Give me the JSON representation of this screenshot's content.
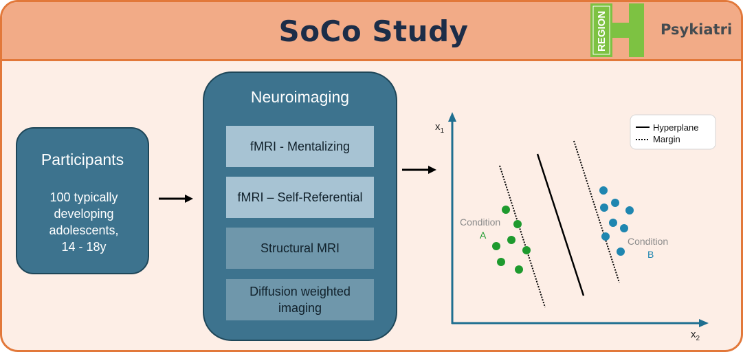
{
  "header": {
    "title": "SoCo Study",
    "logo": {
      "vertical_text": "REGION",
      "letter": "H",
      "word": "Psykiatri",
      "brand_color": "#7dc242"
    }
  },
  "participants": {
    "title": "Participants",
    "lines": [
      "100 typically",
      "developing",
      "adolescents,",
      "14 - 18y"
    ]
  },
  "neuroimaging": {
    "title": "Neuroimaging",
    "modules": [
      {
        "lines": [
          "fMRI - Mentalizing"
        ]
      },
      {
        "lines": [
          "fMRI – Self-Referential"
        ]
      },
      {
        "lines": [
          "Structural MRI"
        ]
      },
      {
        "lines": [
          "Diffusion weighted",
          "imaging"
        ]
      }
    ]
  },
  "svm": {
    "x_axis_label": "x",
    "x_axis_subscript": "2",
    "y_axis_label": "x",
    "y_axis_subscript": "1",
    "legend": [
      {
        "label": "Hyperplane",
        "style": "solid"
      },
      {
        "label": "Margin",
        "style": "dotted"
      }
    ],
    "condition_a": {
      "word": "Condition",
      "letter": "A",
      "color": "#1e9a2e"
    },
    "condition_b": {
      "word": "Condition",
      "letter": "B",
      "color": "#1f86b0"
    },
    "label_gray": "#8a8a8a",
    "axis_color": "#1f6f90"
  },
  "colors": {
    "border": "#e2783a",
    "header_bg": "#f2ab87",
    "panel_bg": "#fdeee6",
    "box_fill": "#3d738e",
    "title_text": "#1c2d48"
  }
}
